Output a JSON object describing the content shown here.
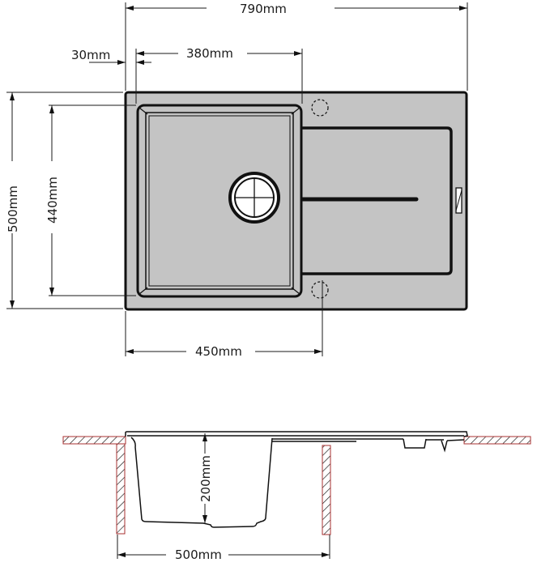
{
  "drawing": {
    "title": "Kitchen sink technical drawing",
    "colors": {
      "sink_fill": "#c4c4c4",
      "line": "#111111",
      "hatch_border": "#a83232",
      "background": "#ffffff"
    },
    "top_view": {
      "dimensions": {
        "overall_width": "790mm",
        "bowl_width": "380mm",
        "edge_offset": "30mm",
        "overall_depth": "500mm",
        "bowl_depth": "440mm",
        "cabinet_min": "450mm"
      },
      "features": [
        "bowl",
        "drain-waste",
        "drainer",
        "drainer-groove",
        "overflow-slot",
        "tap-hole-top",
        "tap-hole-bottom"
      ]
    },
    "side_view": {
      "dimensions": {
        "bowl_height": "200mm",
        "cabinet_width": "500mm"
      },
      "features": [
        "worktop-left",
        "worktop-right",
        "cabinet-wall-left",
        "cabinet-wall-right",
        "sink-profile"
      ]
    }
  }
}
